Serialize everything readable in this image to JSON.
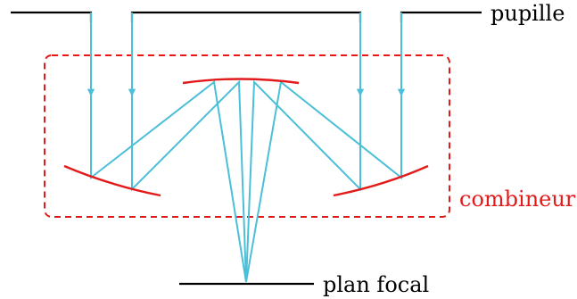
{
  "labels": {
    "pupil": "pupille",
    "combiner": "combineur",
    "focal_plane": "plan focal"
  },
  "colors": {
    "ray": "#4bbfd8",
    "mirror": "#e31a1a",
    "combiner_box": "#e31a1a",
    "line": "#000000",
    "text": "#000000"
  }
}
